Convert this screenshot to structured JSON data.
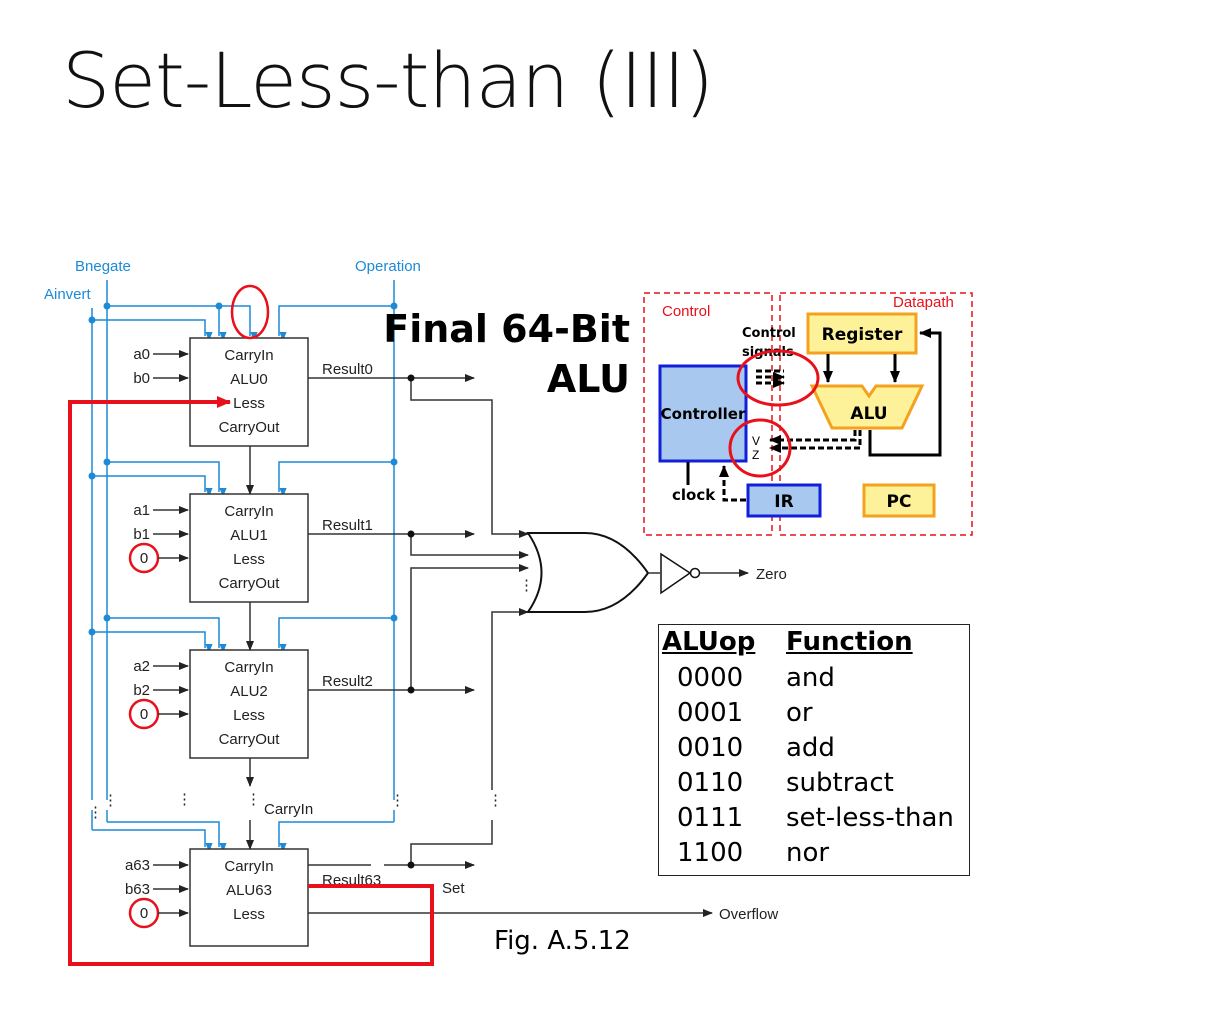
{
  "slide": {
    "title": "Set-Less-than (III)",
    "caption": "Fig. A.5.12"
  },
  "alu_diagram": {
    "heading_line1": "Final 64-Bit",
    "heading_line2": "ALU",
    "control_labels": {
      "bnegate": "Bnegate",
      "ainvert": "Ainvert",
      "operation": "Operation"
    },
    "alus": [
      {
        "name": "ALU0",
        "a": "a0",
        "b": "b0",
        "less_input": "",
        "result": "Result0",
        "ports": [
          "CarryIn",
          "ALU0",
          "Less",
          "CarryOut"
        ]
      },
      {
        "name": "ALU1",
        "a": "a1",
        "b": "b1",
        "less_input": "0",
        "result": "Result1",
        "ports": [
          "CarryIn",
          "ALU1",
          "Less",
          "CarryOut"
        ]
      },
      {
        "name": "ALU2",
        "a": "a2",
        "b": "b2",
        "less_input": "0",
        "result": "Result2",
        "ports": [
          "CarryIn",
          "ALU2",
          "Less",
          "CarryOut"
        ]
      },
      {
        "name": "ALU63",
        "a": "a63",
        "b": "b63",
        "less_input": "0",
        "result": "Result63",
        "ports": [
          "CarryIn",
          "ALU63",
          "Less"
        ]
      }
    ],
    "carryin_label": "CarryIn",
    "zero_label": "Zero",
    "set_label": "Set",
    "overflow_label": "Overflow",
    "colors": {
      "control_blue": "#1c8ad6",
      "highlight_red": "#e8101a",
      "wire": "#333333"
    }
  },
  "inset": {
    "control_label": "Control",
    "datapath_label": "Datapath",
    "control_signals_line1": "Control",
    "control_signals_line2": "signals",
    "controller": "Controller",
    "register": "Register",
    "alu": "ALU",
    "ir": "IR",
    "pc": "PC",
    "clock": "clock",
    "flag_v": "V",
    "flag_z": "Z",
    "colors": {
      "blue_fill": "#a8c8f0",
      "blue_border": "#1020d8",
      "yellow_fill": "#fdf29a",
      "orange_border": "#f4a21e",
      "dashed_red": "#e8101a"
    }
  },
  "aluop_table": {
    "headers": [
      "ALUop",
      "Function"
    ],
    "rows": [
      {
        "op": "0000",
        "fn": "and"
      },
      {
        "op": "0001",
        "fn": "or"
      },
      {
        "op": "0010",
        "fn": "add"
      },
      {
        "op": "0110",
        "fn": "subtract"
      },
      {
        "op": "0111",
        "fn": "set-less-than"
      },
      {
        "op": "1100",
        "fn": "nor"
      }
    ]
  }
}
